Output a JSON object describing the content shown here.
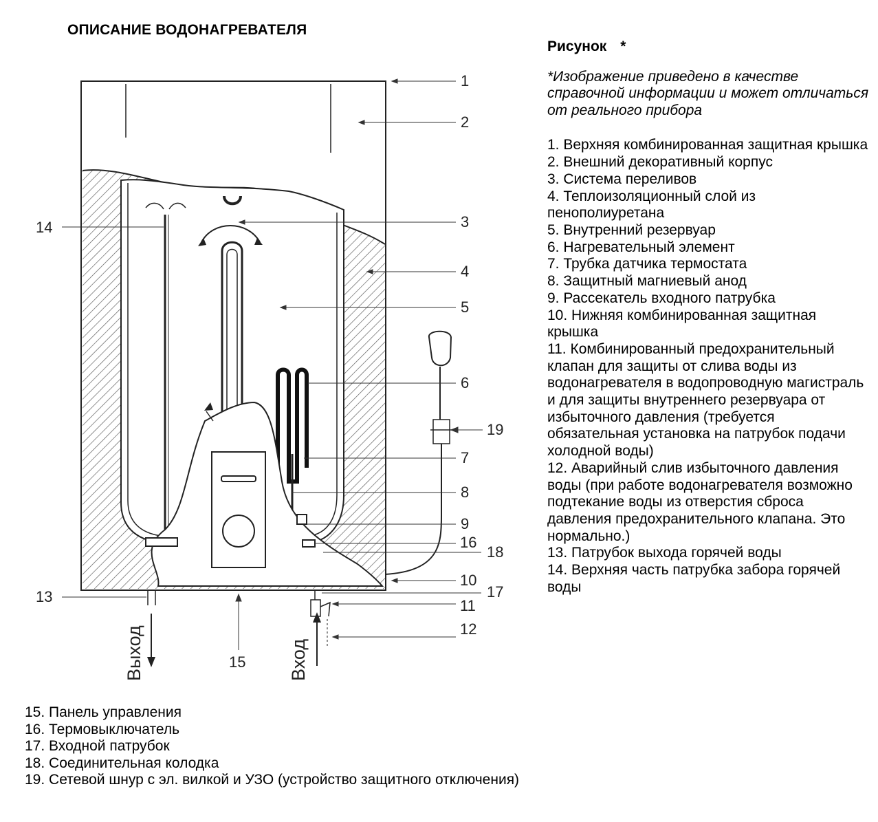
{
  "title": "ОПИСАНИЕ ВОДОНАГРЕВАТЕЛЯ",
  "figure": {
    "label": "Рисунок",
    "star": "*",
    "disclaimer": "*Изображение приведено в качестве справочной информации и может отличаться от реального прибора",
    "callouts": [
      "1",
      "2",
      "3",
      "4",
      "5",
      "6",
      "7",
      "8",
      "9",
      "10",
      "11",
      "12",
      "13",
      "14",
      "15",
      "16",
      "17",
      "18",
      "19"
    ],
    "outlet_label": "Выход",
    "inlet_label": "Вход"
  },
  "legend_right": [
    "1. Верхняя комбинированная защитная крышка",
    "2. Внешний декоративный корпус",
    "3. Система переливов",
    "4. Теплоизоляционный слой из пенополиуретана",
    "5. Внутренний резервуар",
    "6. Нагревательный элемент",
    "7. Трубка датчика термостата",
    "8. Защитный магниевый анод",
    "9. Рассекатель входного патрубка",
    "10. Нижняя комбинированная защитная крышка",
    "11. Комбинированный предохранительный клапан для защиты от слива воды из водонагревателя в водопроводную магистраль и для защиты внутреннего резервуара от избыточного давления (требуется обязательная установка на патрубок подачи холодной воды)",
    "12. Аварийный слив избыточного давления воды (при работе водонагревателя возможно подтекание воды из отверстия сброса давления предохранительного клапана. Это нормально.)",
    "13. Патрубок выхода горячей воды",
    "14. Верхняя часть патрубка забора горячей воды"
  ],
  "legend_bottom": [
    "15. Панель управления",
    "16. Термовыключатель",
    "17. Входной патрубок",
    "18. Соединительная колодка",
    "19. Сетевой шнур с эл. вилкой и УЗО (устройство защитного отключения)"
  ]
}
